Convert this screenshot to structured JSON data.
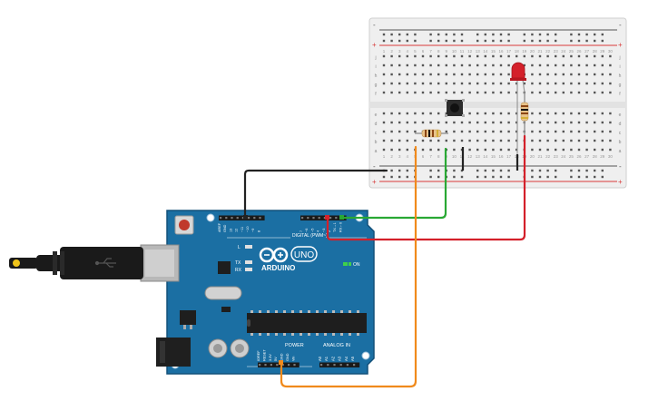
{
  "board": {
    "brand": "ARDUINO",
    "model": "UNO",
    "digital_label": "DIGITAL (PWM~)",
    "power_label": "POWER",
    "analog_label": "ANALOG IN",
    "on_label": "ON",
    "led_l": "L",
    "led_tx": "TX",
    "led_rx": "RX",
    "digital_pins": [
      "AREF",
      "GND",
      "13",
      "12",
      "~11",
      "~10",
      "~9",
      "8",
      "7",
      "~6",
      "~5",
      "4",
      "~3",
      "2",
      "TX→1",
      "RX←0"
    ],
    "power_pins": [
      "IOREF",
      "RESET",
      "3.3V",
      "5V",
      "GND",
      "GND",
      "Vin"
    ],
    "analog_pins": [
      "A0",
      "A1",
      "A2",
      "A3",
      "A4",
      "A5"
    ]
  },
  "breadboard": {
    "column_numbers": [
      "1",
      "2",
      "3",
      "4",
      "5",
      "6",
      "7",
      "8",
      "9",
      "10",
      "11",
      "12",
      "13",
      "14",
      "15",
      "16",
      "17",
      "18",
      "19",
      "20",
      "21",
      "22",
      "23",
      "24",
      "25",
      "26",
      "27",
      "28",
      "29",
      "30"
    ],
    "row_letters_top": [
      "j",
      "i",
      "h",
      "g",
      "f"
    ],
    "row_letters_bottom": [
      "e",
      "d",
      "c",
      "b",
      "a"
    ],
    "rail_minus": "-",
    "rail_plus": "+"
  },
  "colors": {
    "board_blue": "#1b6fa3",
    "board_edge": "#12507a",
    "breadboard": "#eeeeee",
    "wire_black": "#222222",
    "wire_green": "#29a834",
    "wire_red": "#d4202a",
    "wire_orange": "#f08a1c",
    "led_red": "#d4202a",
    "rail_red": "#d83a3a",
    "rail_dark": "#555555"
  }
}
